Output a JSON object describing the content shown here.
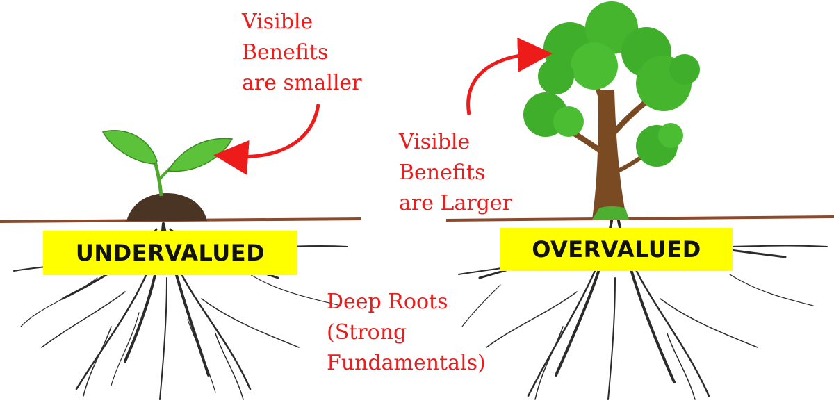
{
  "notes": {
    "small_benefits": "Visible\nBenefits\nare smaller",
    "large_benefits": "Visible\nBenefits\nare Larger",
    "deep_roots": "Deep Roots\n(Strong\nFundamentals)"
  },
  "labels": {
    "undervalued": "UNDERVALUED",
    "overvalued": "OVERVALUED"
  },
  "colors": {
    "annotation": "#ee1b1b",
    "label_fill": "#ffff00",
    "label_text": "#111111",
    "ground": "#8b4a2b",
    "roots": "#2b2b2b",
    "leaf": "#5cc23a",
    "foliage": "#3fae2a",
    "trunk": "#7a4a22",
    "soil": "#4a3424"
  }
}
